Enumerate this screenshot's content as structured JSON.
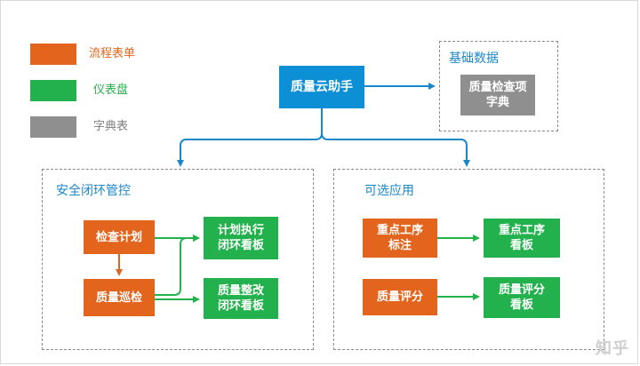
{
  "legend": [
    {
      "label": "流程表单",
      "color": "#e3651d",
      "label_color": "#e3651d"
    },
    {
      "label": "仪表盘",
      "color": "#22b14c",
      "label_color": "#22b14c"
    },
    {
      "label": "字典表",
      "color": "#8f8f8f",
      "label_color": "#7f7f7f"
    }
  ],
  "root": {
    "label": "质量云助手",
    "color": "#0d8fd6"
  },
  "basic_data": {
    "title": "基础数据",
    "items": [
      {
        "label": "质量检查项\n字典",
        "color": "#8f8f8f"
      }
    ]
  },
  "safety_loop": {
    "title": "安全闭环管控",
    "items": {
      "inspection_plan": "检查计划",
      "quality_patrol": "质量巡检",
      "plan_dashboard": "计划执行\n闭环看板",
      "rectify_dashboard": "质量整改\n闭环看板"
    }
  },
  "optional": {
    "title": "可选应用",
    "items": {
      "key_process_mark": "重点工序\n标注",
      "quality_score": "质量评分",
      "key_process_board": "重点工序\n看板",
      "quality_score_board": "质量评分\n看板"
    }
  },
  "colors": {
    "accent": "#1a87c9",
    "connector": "#1a87c9",
    "flow_orange": "#e3651d",
    "flow_green": "#22b14c"
  },
  "watermark": "知乎"
}
